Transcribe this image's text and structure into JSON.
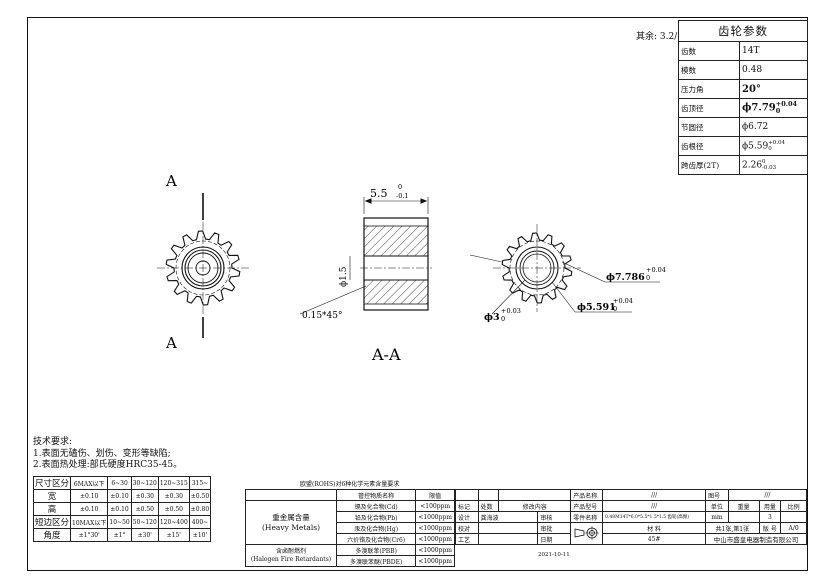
{
  "corner": {
    "label": "其余:",
    "symbol": "3.2/"
  },
  "gear_params": {
    "title": "齿轮参数",
    "rows": [
      {
        "label": "齿数",
        "value": "14T"
      },
      {
        "label": "模数",
        "value": "0.48"
      },
      {
        "label": "压力角",
        "value": "20°"
      },
      {
        "label": "齿顶径",
        "value": "ϕ7.79",
        "sup": "+0.04",
        "sub": "0"
      },
      {
        "label": "节圆径",
        "value": "ϕ6.72"
      },
      {
        "label": "齿根径",
        "value": "ϕ5.59",
        "sup": "+0.04",
        "sub": "0"
      },
      {
        "label": "跨齿厚(2T)",
        "value": "2.26",
        "sup": "0",
        "sub": "-0.03"
      }
    ]
  },
  "views": {
    "section_mark": "A",
    "section_title": "A-A",
    "dim_length": "5.5",
    "dim_length_upper": "0",
    "dim_length_lower": "-0.1",
    "dim_bore": "ϕ1.5",
    "dim_chamfer": "0.15*45°",
    "dim_tip": "ϕ7.786",
    "dim_tip_tol": "+0.04",
    "dim_tip_tol2": "0",
    "dim_root": "ϕ5.591",
    "dim_root_tol": "+0.04",
    "dim_root_tol2": "0",
    "dim_hole": "ϕ3",
    "dim_hole_tol": "+0.03",
    "dim_hole_tol2": "0"
  },
  "requirements": {
    "title": "技术要求:",
    "items": [
      "1.表面无磕伤、划伤、变形等缺陷;",
      "2.表面热处理:部氏硬度HRC35-45。"
    ]
  },
  "tolerance": {
    "rows": [
      [
        "尺寸区分",
        "6MAX以下",
        "6~30",
        "30~120",
        "120~315",
        "315~"
      ],
      [
        "宽",
        "±0.10",
        "±0.10",
        "±0.30",
        "±0.30",
        "±0.50"
      ],
      [
        "高",
        "±0.10",
        "±0.10",
        "±0.50",
        "±0.50",
        "±0.80"
      ],
      [
        "短边区分",
        "10MAX以下",
        "10~50",
        "50~120",
        "120~400",
        "400~"
      ],
      [
        "角度",
        "±1°30'",
        "±1°",
        "±30'",
        "±15'",
        "±10'"
      ]
    ]
  },
  "rohs": {
    "title": "欧盟(ROHS)对6种化学元素含量要求",
    "header": [
      "管控物质名称",
      "限值"
    ],
    "group1": "重金属含量\n(Heavy Metals)",
    "group2": "含卤耐燃剂\n(Halogen Fire Retardants)",
    "rows": [
      [
        "镉及化合物(Cd)",
        "<100ppm"
      ],
      [
        "铅及化合物(Pb)",
        "<1000ppm"
      ],
      [
        "汞及化合物(Hg)",
        "<1000ppm"
      ],
      [
        "六价铬及化合物(Cr6)",
        "<1000ppm"
      ],
      [
        "多溴联苯(PBB)",
        "<1000ppm"
      ],
      [
        "多溴联苯醚(PBDE)",
        "<1000ppm"
      ]
    ]
  },
  "title_block": {
    "mark": "标记",
    "count": "处数",
    "content": "修改内容",
    "design": "设计",
    "designer": "龚海波",
    "review": "审核",
    "check": "校对",
    "approve": "审批",
    "process": "工艺",
    "date": "日期",
    "date_value": "2021-10-11",
    "product_name": "产品名称",
    "product_name_v": "///",
    "product_model": "产品型号",
    "product_model_v": "///",
    "part_name": "零件名称",
    "part_name_v": "0.48M14T*6.0*5.5*1.5*1.5 齿轮(高频)",
    "drawing_no": "图号",
    "drawing_no_v": "///",
    "unit": "单位",
    "weight": "重量",
    "usage": "用量",
    "scale": "比例",
    "unit_v": "mm",
    "usage_v": "3",
    "material": "材    料",
    "material_v": "45#",
    "sheets": "共1张,第1张",
    "version": "版 号",
    "version_v": "A/0",
    "company": "中山市盛皇电器制造有限公司"
  }
}
